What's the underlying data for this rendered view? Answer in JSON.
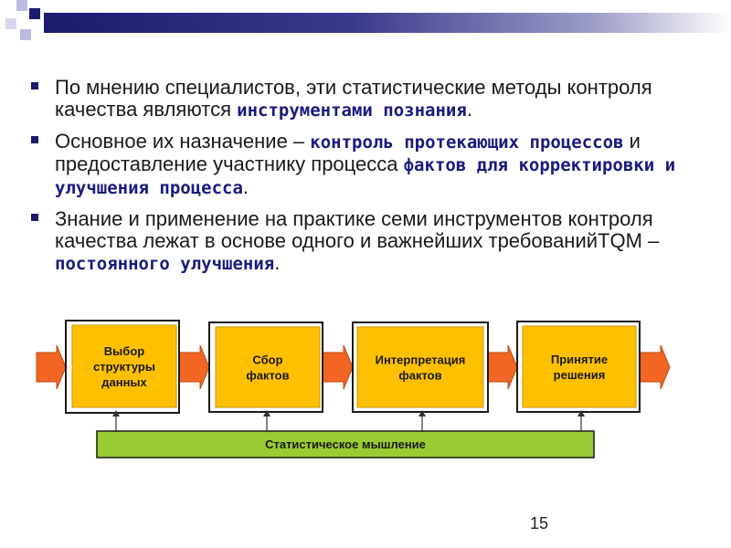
{
  "bullets": [
    {
      "parts": [
        {
          "text": "По мнению специалистов, эти статистические методы контроля качества являются "
        },
        {
          "text": "инструментами познания",
          "em": true
        },
        {
          "text": "."
        }
      ]
    },
    {
      "parts": [
        {
          "text": "Основное их назначение – "
        },
        {
          "text": "контроль протекающих процессов",
          "em": true
        },
        {
          "text": " и предоставление участнику процесса "
        },
        {
          "text": "фактов для корректировки и улучшения процесса",
          "em": true
        },
        {
          "text": "."
        }
      ]
    },
    {
      "parts": [
        {
          "text": "Знание и применение на практике семи инструментов контроля качества лежат в основе одного и важнейших требованийTQM – "
        },
        {
          "text": "постоянного улучшения",
          "em": true
        },
        {
          "text": "."
        }
      ]
    }
  ],
  "flow": {
    "steps": [
      {
        "lines": [
          "Выбор",
          "структуры",
          "данных"
        ]
      },
      {
        "lines": [
          "Сбор",
          "фактов"
        ]
      },
      {
        "lines": [
          "Интерпретация",
          "фактов"
        ]
      },
      {
        "lines": [
          "Принятие",
          "решения"
        ]
      }
    ],
    "base_label": "Статистическое мышление"
  },
  "colors": {
    "box_fill": "#ffc000",
    "box_border": "#1a1a1a",
    "arrow_fill": "#f26522",
    "base_fill": "#99cc33"
  },
  "page_number": "15"
}
